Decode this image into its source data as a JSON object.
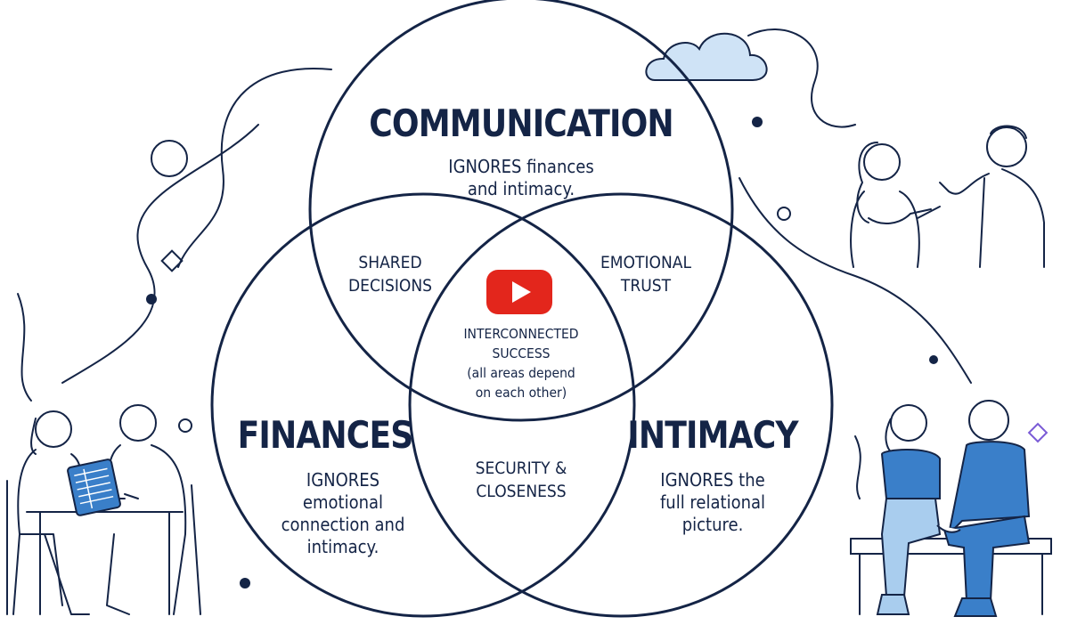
{
  "diagram": {
    "type": "venn",
    "circles": [
      {
        "title": "COMMUNICATION",
        "note": "IGNORES finances\nand intimacy."
      },
      {
        "title": "FINANCES",
        "note": "IGNORES\nemotional\nconnection and\nintimacy."
      },
      {
        "title": "INTIMACY",
        "note": "IGNORES the\nfull relational\npicture."
      }
    ],
    "overlaps": {
      "communication_finances": "SHARED\nDECISIONS",
      "communication_intimacy": "EMOTIONAL\nTRUST",
      "finances_intimacy": "SECURITY &\nCLOSENESS",
      "center": "INTERCONNECTED\nSUCCESS\n(all areas depend\non each other)"
    }
  },
  "colors": {
    "ink": "#142446",
    "accent_blue": "#3a7fc9",
    "light_blue": "#a9cdee",
    "play_red": "#e3261c"
  },
  "icons": [
    "play-icon",
    "cloud-icon",
    "couple-talking-icon",
    "couple-budgeting-icon",
    "couple-sitting-icon"
  ]
}
